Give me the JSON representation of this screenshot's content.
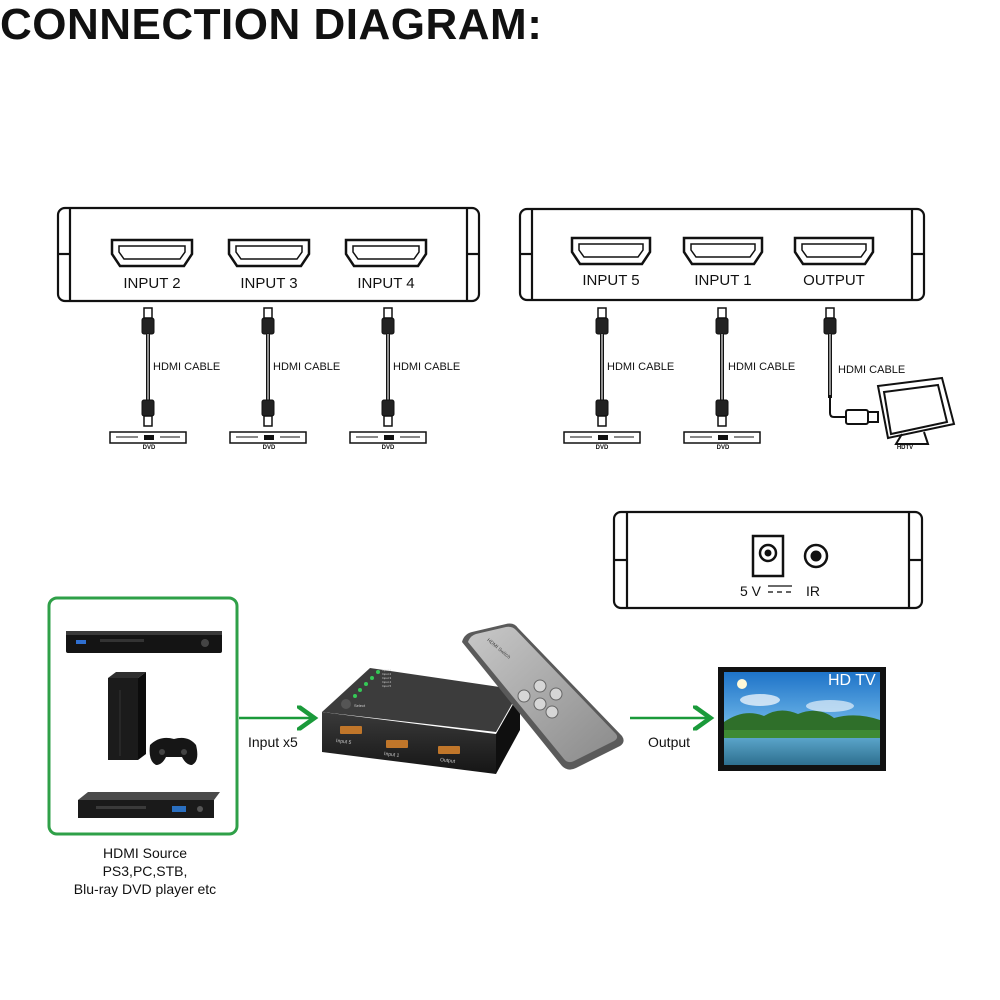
{
  "title": "CONNECTION DIAGRAM:",
  "left_panel": {
    "ports": [
      "INPUT 2",
      "INPUT 3",
      "INPUT 4"
    ]
  },
  "right_panel": {
    "ports": [
      "INPUT 5",
      "INPUT 1",
      "OUTPUT"
    ]
  },
  "cable_label": "HDMI CABLE",
  "device_labels": {
    "dvd": "DVD",
    "hdtv": "HDTV"
  },
  "power_panel": {
    "power_label": "5 V",
    "ir_label": "IR"
  },
  "photo": {
    "input_label": "Input x5",
    "output_label": "Output",
    "tv_label": "HD TV",
    "source_caption": [
      "HDMI Source",
      "PS3,PC,STB,",
      "Blu-ray DVD player etc"
    ],
    "switch_labels": [
      "Input 5",
      "Input 1",
      "Output"
    ],
    "remote_label": "HDMI Switch",
    "led_labels": [
      "Input 1",
      "Input 2",
      "Input 3",
      "Input 4",
      "Input 5"
    ],
    "select_label": "Select"
  },
  "colors": {
    "arrow": "#1a9a3a",
    "source_border": "#2fa048",
    "ink": "#111111",
    "sky": "#2f8fd6"
  }
}
